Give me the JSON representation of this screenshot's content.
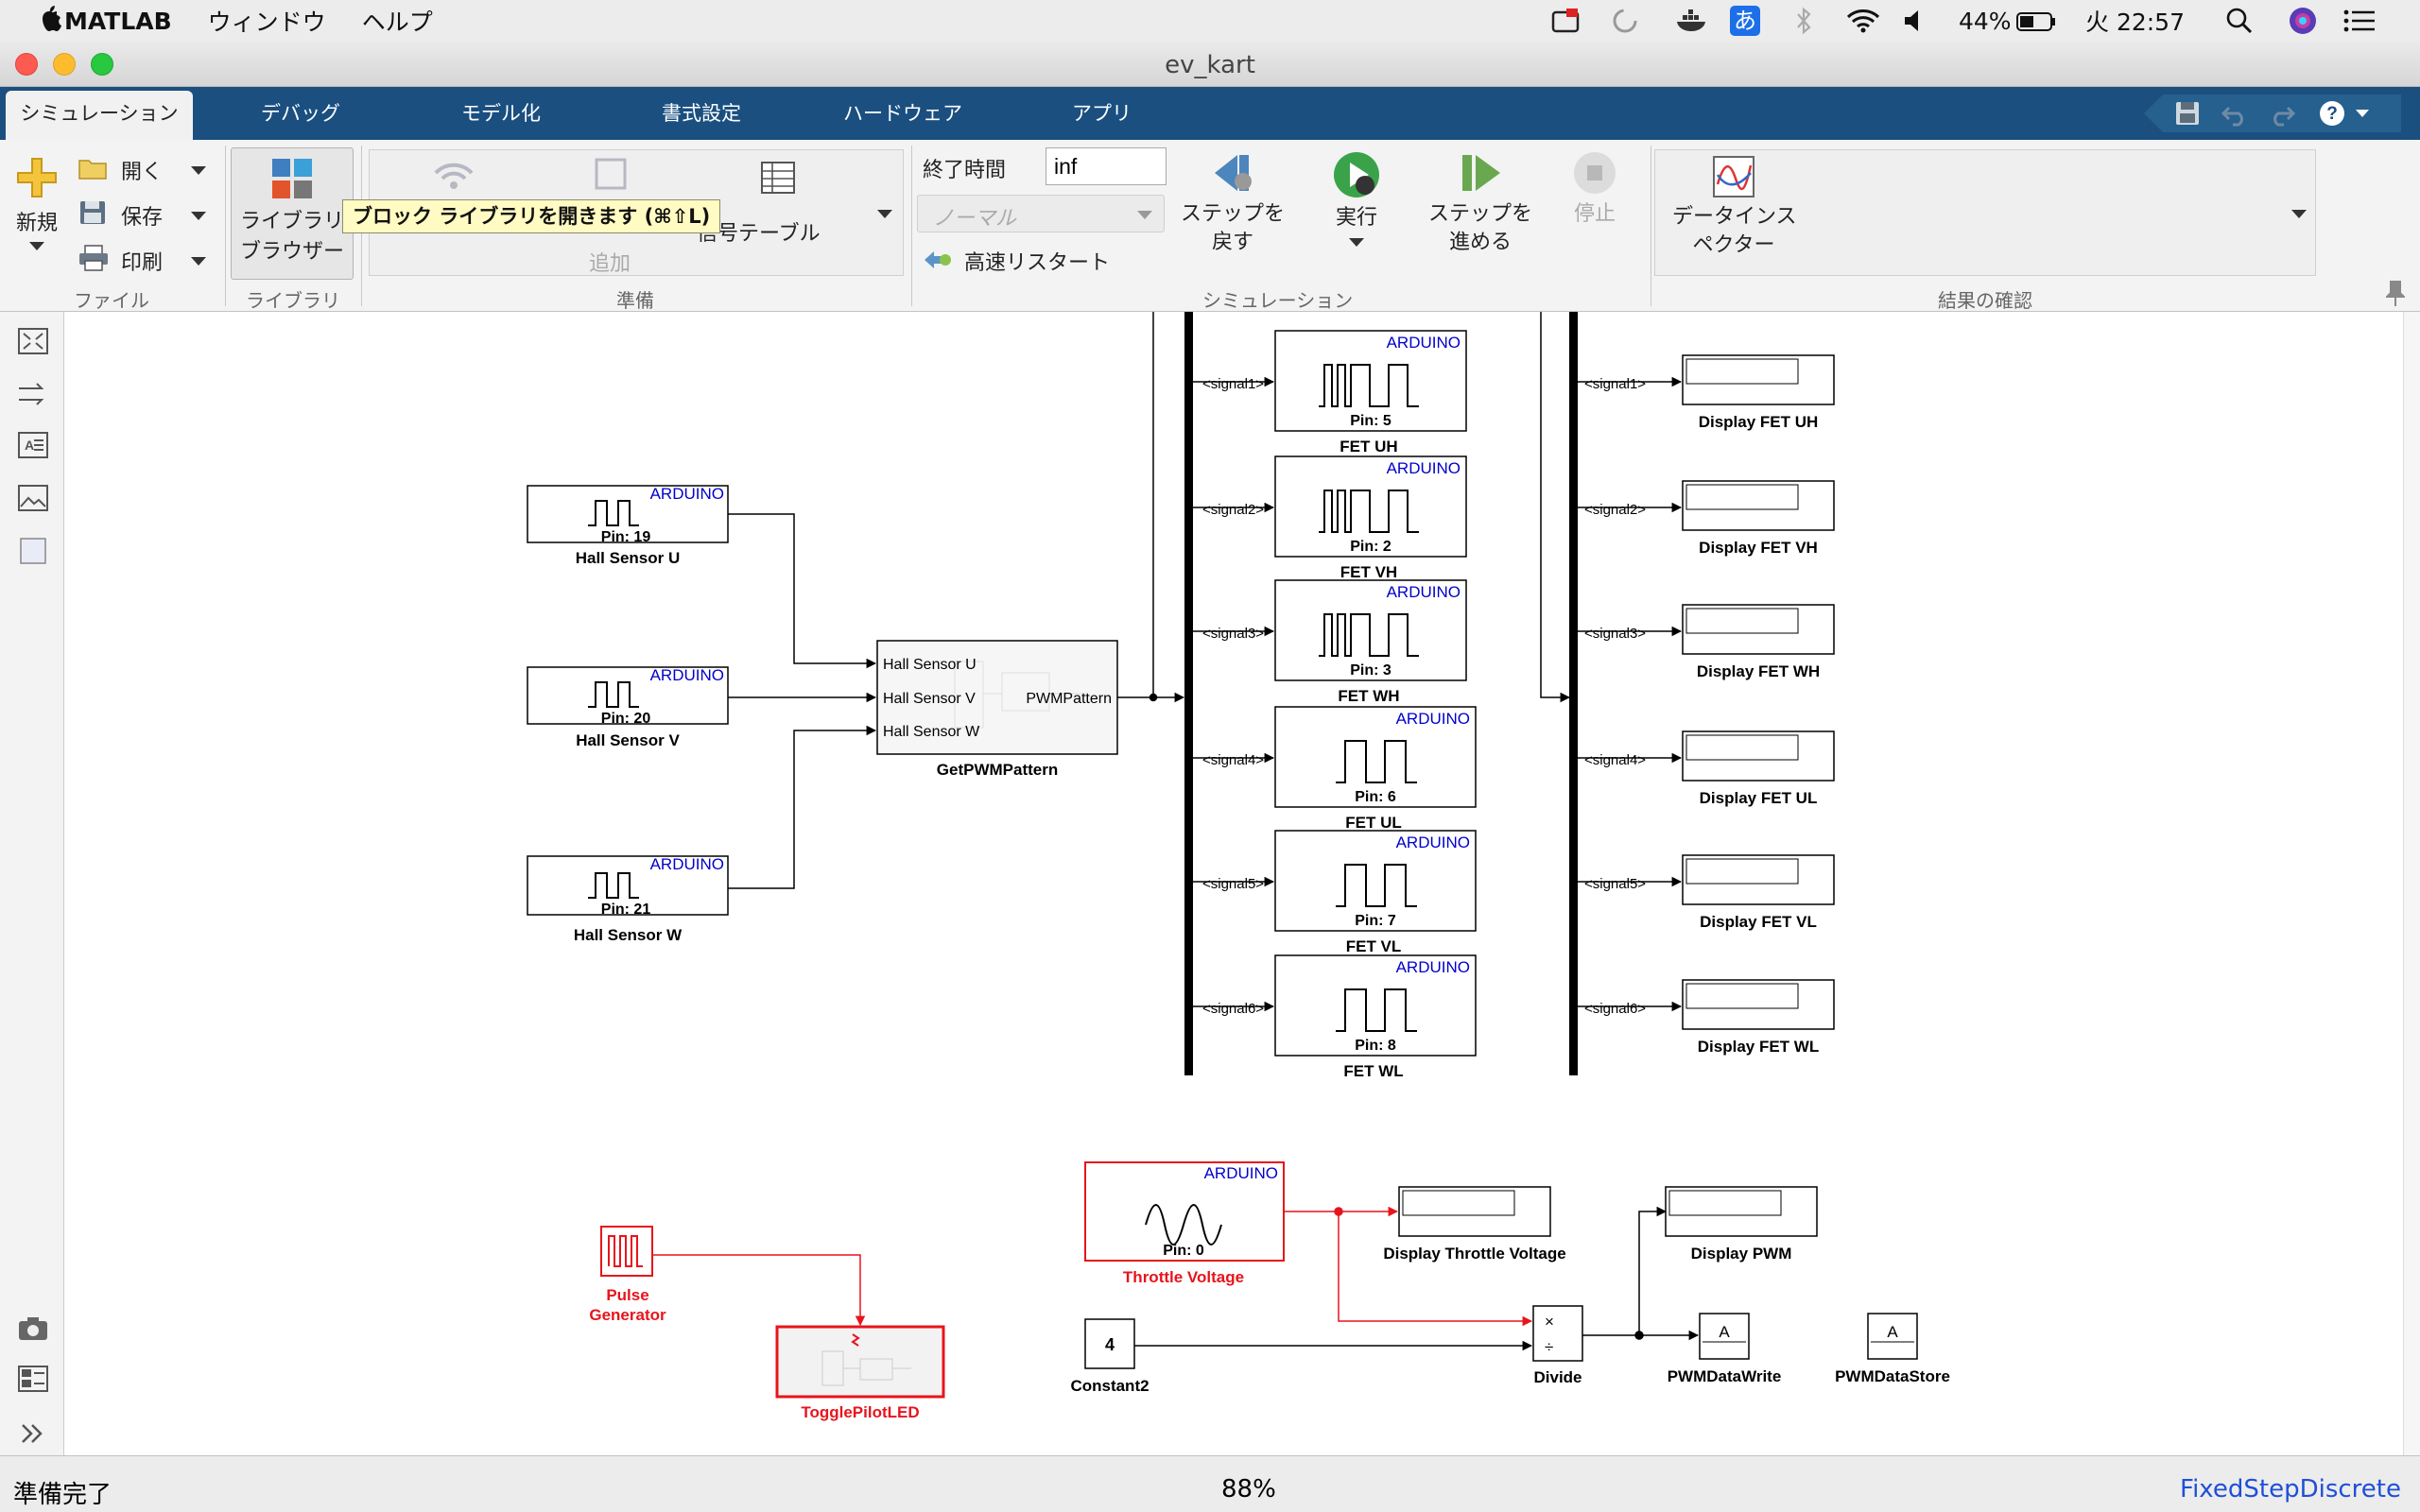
{
  "menubar": {
    "app": "MATLAB",
    "items": [
      "ウィンドウ",
      "ヘルプ"
    ],
    "ime": "あ",
    "battery": "44%",
    "clock": "火 22:57"
  },
  "window": {
    "title": "ev_kart"
  },
  "tabs": [
    "シミュレーション",
    "デバッグ",
    "モデル化",
    "書式設定",
    "ハードウェア",
    "アプリ"
  ],
  "ribbon": {
    "new": "新規",
    "open": "開く",
    "save": "保存",
    "print": "印刷",
    "file_group": "ファイル",
    "library_browser": "ライブラリ\nブラウザー",
    "library_group": "ライブラリ",
    "add_hidden": "追加",
    "signal_table": "信号テーブル",
    "prepare_group": "準備",
    "stop_time_label": "終了時間",
    "stop_time_value": "inf",
    "mode": "ノーマル",
    "fast_restart": "高速リスタート",
    "step_back": "ステップを\n戻す",
    "run": "実行",
    "step_forward": "ステップを\n進める",
    "stop": "停止",
    "sim_group": "シミュレーション",
    "data_inspector": "データインス\nペクター",
    "results_group": "結果の確認",
    "tooltip": "ブロック ライブラリを開きます (⌘⇧L)"
  },
  "model": {
    "arduino": "ARDUINO",
    "hall_sensors": [
      {
        "name": "Hall Sensor U",
        "pin": "Pin: 19"
      },
      {
        "name": "Hall Sensor V",
        "pin": "Pin: 20"
      },
      {
        "name": "Hall Sensor W",
        "pin": "Pin: 21"
      }
    ],
    "subsystem": {
      "name": "GetPWMPattern",
      "inputs": [
        "Hall Sensor U",
        "Hall Sensor V",
        "Hall Sensor W"
      ],
      "output": "PWMPattern"
    },
    "signals": [
      "<signal1>",
      "<signal2>",
      "<signal3>",
      "<signal4>",
      "<signal5>",
      "<signal6>"
    ],
    "fets": [
      {
        "name": "FET UH",
        "pin": "Pin: 5"
      },
      {
        "name": "FET VH",
        "pin": "Pin: 2"
      },
      {
        "name": "FET WH",
        "pin": "Pin: 3"
      },
      {
        "name": "FET UL",
        "pin": "Pin: 6"
      },
      {
        "name": "FET VL",
        "pin": "Pin: 7"
      },
      {
        "name": "FET WL",
        "pin": "Pin: 8"
      }
    ],
    "displays": [
      "Display FET UH",
      "Display FET VH",
      "Display FET WH",
      "Display FET UL",
      "Display FET VL",
      "Display FET WL"
    ],
    "pulse_generator": "Pulse\nGenerator",
    "toggle_led": "TogglePilotLED",
    "throttle": {
      "name": "Throttle Voltage",
      "pin": "Pin: 0"
    },
    "display_throttle": "Display Throttle Voltage",
    "display_pwm": "Display PWM",
    "constant": {
      "name": "Constant2",
      "value": "4"
    },
    "divide": {
      "name": "Divide",
      "ops": "×\n÷"
    },
    "pwm_write": {
      "name": "PWMDataWrite",
      "symbol": "A"
    },
    "pwm_store": {
      "name": "PWMDataStore",
      "symbol": "A"
    }
  },
  "status": {
    "left": "準備完了",
    "zoom": "88%",
    "solver": "FixedStepDiscrete"
  },
  "colors": {
    "tabbar": "#1a4f80",
    "arduino_text": "#0000cc",
    "highlight": "#e8141c",
    "solver_text": "#1f4fd8"
  }
}
